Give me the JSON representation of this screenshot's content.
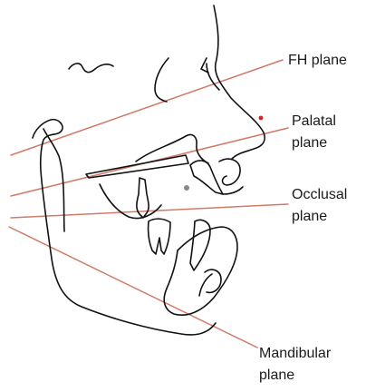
{
  "labels": {
    "fh_plane": "FH plane",
    "palatal": [
      "Palatal",
      "plane"
    ],
    "occlusal": [
      "Occlusal",
      "plane"
    ],
    "mandibular": [
      "Mandibular",
      "plane"
    ]
  },
  "colors": {
    "plane_line": "#d07a6a",
    "tracing": "#111111",
    "landmark_red": "#e02020",
    "landmark_gray": "#888888"
  }
}
